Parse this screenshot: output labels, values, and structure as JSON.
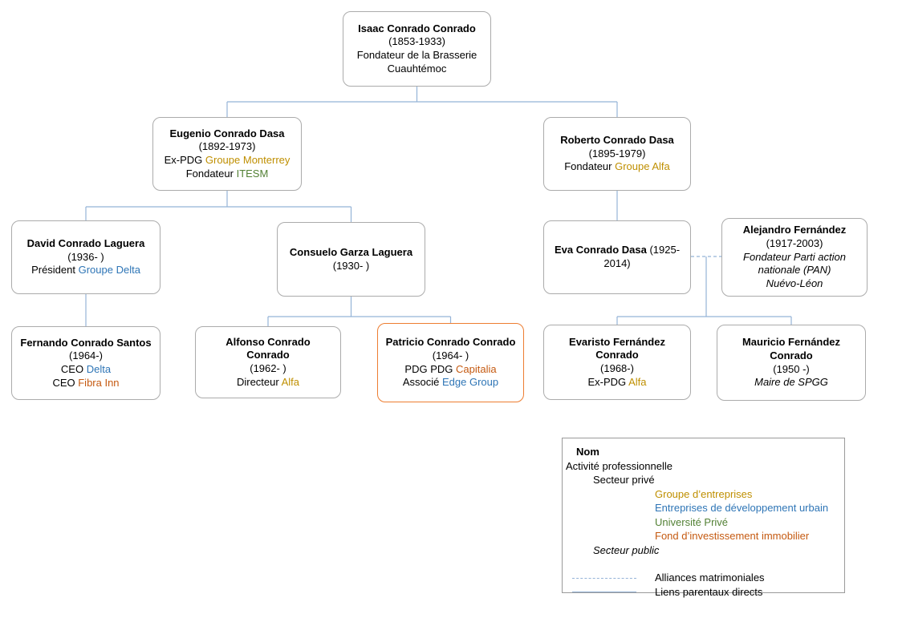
{
  "colors": {
    "company_group": "#BF8F00",
    "urban_development": "#2E75B6",
    "private_university": "#538135",
    "real_estate_fund": "#C55A11",
    "connector_line": "#95B3D7",
    "highlight_box_border": "#ED7D31"
  },
  "nodes": {
    "isaac": {
      "name": "Isaac Conrado Conrado",
      "dates": "(1853-1933)",
      "role": "Fondateur de la Brasserie Cuauhtémoc"
    },
    "eugenio": {
      "name": "Eugenio Conrado Dasa",
      "dates": "(1892-1973)",
      "role1_prefix": "Ex-PDG",
      "role1_org": "Groupe Monterrey",
      "role2_prefix": "Fondateur",
      "role2_org": "ITESM"
    },
    "roberto": {
      "name": "Roberto Conrado Dasa",
      "dates": "(1895-1979)",
      "role1_prefix": "Fondateur",
      "role1_org": "Groupe Alfa"
    },
    "david": {
      "name": "David Conrado Laguera",
      "dates": "(1936- )",
      "role1_prefix": "Président",
      "role1_org": "Groupe Delta"
    },
    "consuelo": {
      "name": "Consuelo Garza Laguera",
      "dates": "(1930- )"
    },
    "eva": {
      "name": "Eva Conrado Dasa",
      "dates": "(1925-2014)"
    },
    "alejandro": {
      "name": "Alejandro Fernández",
      "dates": "(1917-2003)",
      "role_public": "Fondateur Parti action nationale (PAN)",
      "region": "Nuévo-Léon"
    },
    "fernando": {
      "name": "Fernando Conrado Santos",
      "dates": "(1964-)",
      "role1_prefix": "CEO",
      "role1_org": "Delta",
      "role2_prefix": "CEO",
      "role2_org": "Fibra Inn"
    },
    "alfonso": {
      "name": "Alfonso Conrado Conrado",
      "dates": "(1962- )",
      "role1_prefix": "Directeur",
      "role1_org": "Alfa"
    },
    "patricio": {
      "name": "Patricio Conrado Conrado",
      "dates": "(1964- )",
      "role1_prefix": "PDG PDG",
      "role1_org": "Capitalia",
      "role2_prefix": "Associé",
      "role2_org": "Edge Group"
    },
    "evaristo": {
      "name": "Evaristo Fernández Conrado",
      "dates": "(1968-)",
      "role1_prefix": "Ex-PDG",
      "role1_org": "Alfa"
    },
    "mauricio": {
      "name": "Mauricio Fernández Conrado",
      "dates": "(1950 -)",
      "role_public": "Maire de SPGG"
    }
  },
  "legend": {
    "nom": "Nom",
    "activite": "Activité professionnelle",
    "secteur_prive": "Secteur privé",
    "items": {
      "groupe": "Groupe d’entreprises",
      "urbain": "Entreprises de développement urbain",
      "universite": "Université Privé",
      "fond": "Fond d’investissement immobilier"
    },
    "secteur_public": "Secteur public",
    "alliances": "Alliances matrimoniales",
    "liens": "Liens parentaux directs"
  }
}
